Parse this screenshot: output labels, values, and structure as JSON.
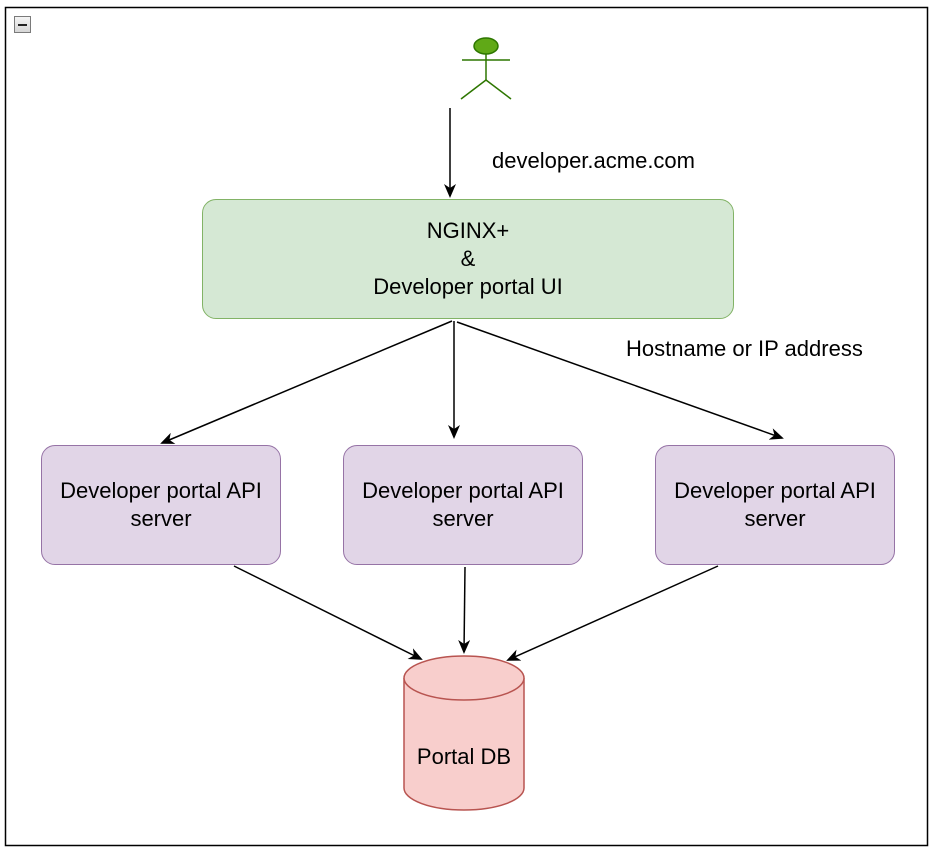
{
  "diagram": {
    "nodes": {
      "gateway": {
        "lines": [
          "NGINX+",
          "&",
          "Developer portal UI"
        ]
      },
      "api_servers": [
        {
          "lines": [
            "Developer portal API",
            "server"
          ]
        },
        {
          "lines": [
            "Developer portal API",
            "server"
          ]
        },
        {
          "lines": [
            "Developer portal API",
            "server"
          ]
        }
      ],
      "database": {
        "label": "Portal DB"
      }
    },
    "edge_labels": {
      "public": "developer.acme.com",
      "internal": "Hostname or IP address"
    }
  },
  "colors": {
    "gateway_fill": "#d5e8d4",
    "gateway_stroke": "#82b366",
    "api_fill": "#e1d5e7",
    "api_stroke": "#9673a6",
    "db_fill": "#f8cecc",
    "db_stroke": "#b85450",
    "actor_fill": "#60a917",
    "actor_stroke": "#2d7600"
  },
  "icons": {
    "collapse": "minus-icon",
    "actor": "user-actor-icon",
    "database": "database-cylinder-icon"
  }
}
